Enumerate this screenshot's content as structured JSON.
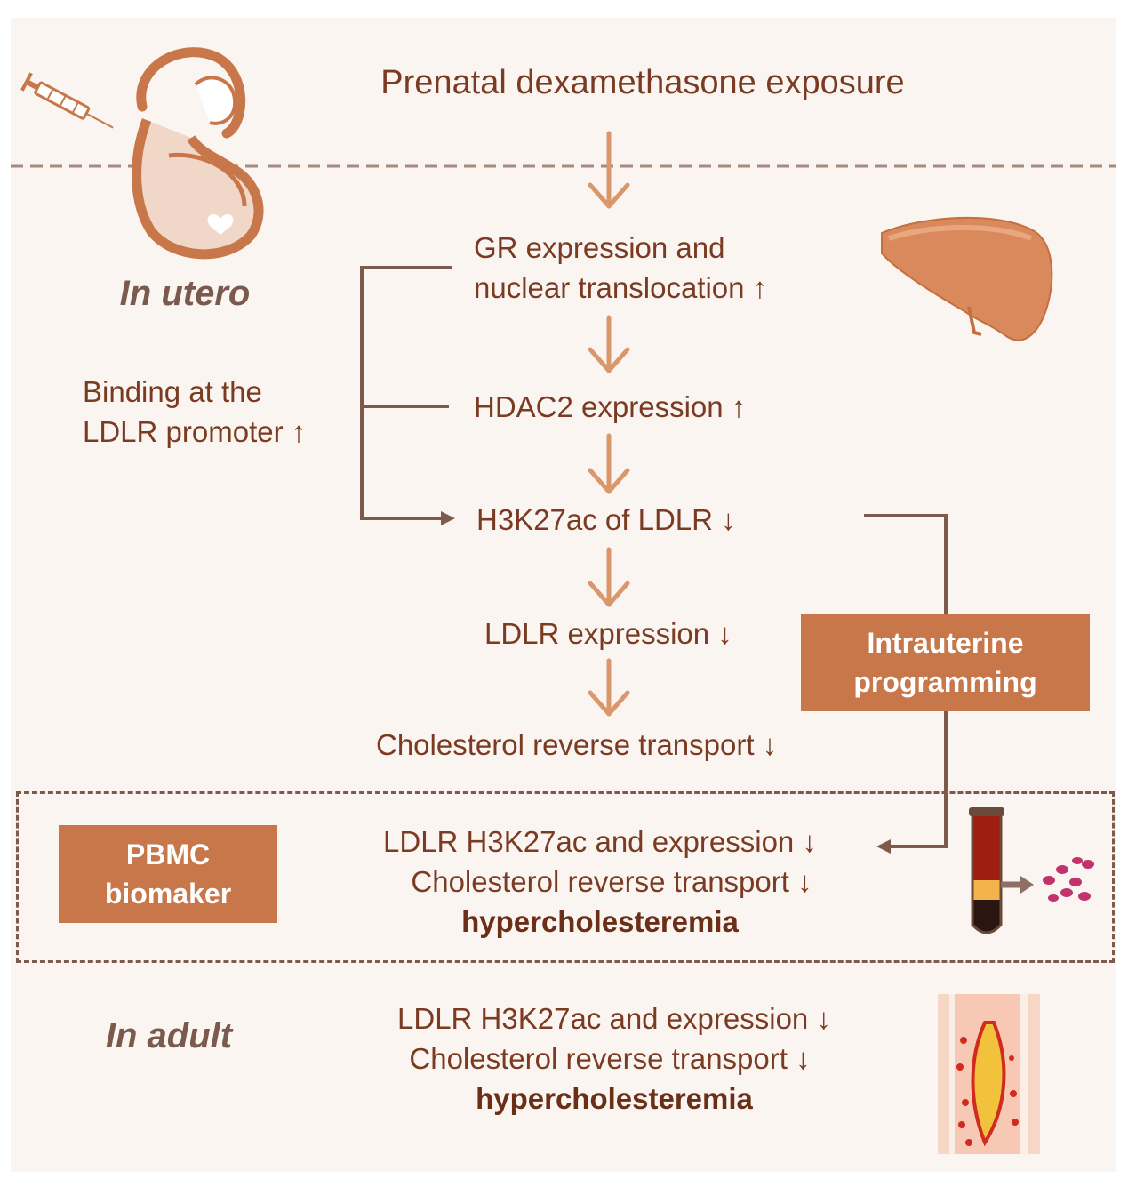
{
  "title": "Prenatal dexamethasone exposure",
  "periods": {
    "in_utero": "In utero",
    "in_adult": "In adult"
  },
  "side_label": {
    "line1": "Binding at the",
    "line2": "LDLR promoter ↑"
  },
  "flow_steps": [
    {
      "line1": "GR expression and",
      "line2": "nuclear translocation ↑"
    },
    {
      "line1": "HDAC2 expression ↑"
    },
    {
      "line1": "H3K27ac of LDLR ↓"
    },
    {
      "line1": "LDLR expression ↓"
    },
    {
      "line1": "Cholesterol reverse transport ↓"
    }
  ],
  "intrauterine_box": {
    "line1": "Intrauterine",
    "line2": "programming"
  },
  "pbmc_box": {
    "line1": "PBMC",
    "line2": "biomaker"
  },
  "pbmc_results": {
    "line1": "LDLR H3K27ac and expression ↓",
    "line2": "Cholesterol reverse transport ↓",
    "line3": "hypercholesteremia"
  },
  "adult_results": {
    "line1": "LDLR H3K27ac and expression ↓",
    "line2": "Cholesterol reverse transport ↓",
    "line3": "hypercholesteremia"
  },
  "icons": [
    "pregnant-woman-icon",
    "syringe-icon",
    "liver-icon",
    "blood-tube-icon",
    "blood-cells-icon",
    "artery-plaque-icon"
  ],
  "colors": {
    "text": "#7a3b22",
    "arrow": "#d9976b",
    "connector": "#7d5a4c",
    "box": "#c8774a",
    "background": "#fbf5f1"
  }
}
